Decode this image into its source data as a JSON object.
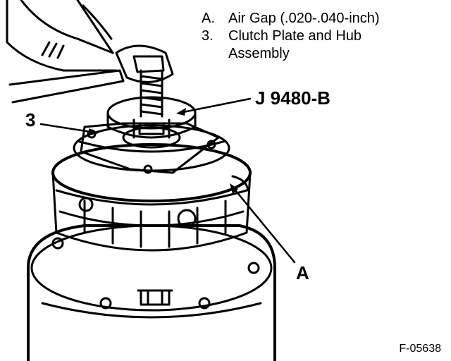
{
  "legend": [
    {
      "key": "A.",
      "lines": [
        "Air Gap (.020-.040-inch)"
      ]
    },
    {
      "key": "3.",
      "lines": [
        "Clutch Plate and Hub",
        "Assembly"
      ]
    }
  ],
  "callouts": {
    "tool": "J 9480-B",
    "part3": "3",
    "partA": "A"
  },
  "figure_number": "F-05638"
}
